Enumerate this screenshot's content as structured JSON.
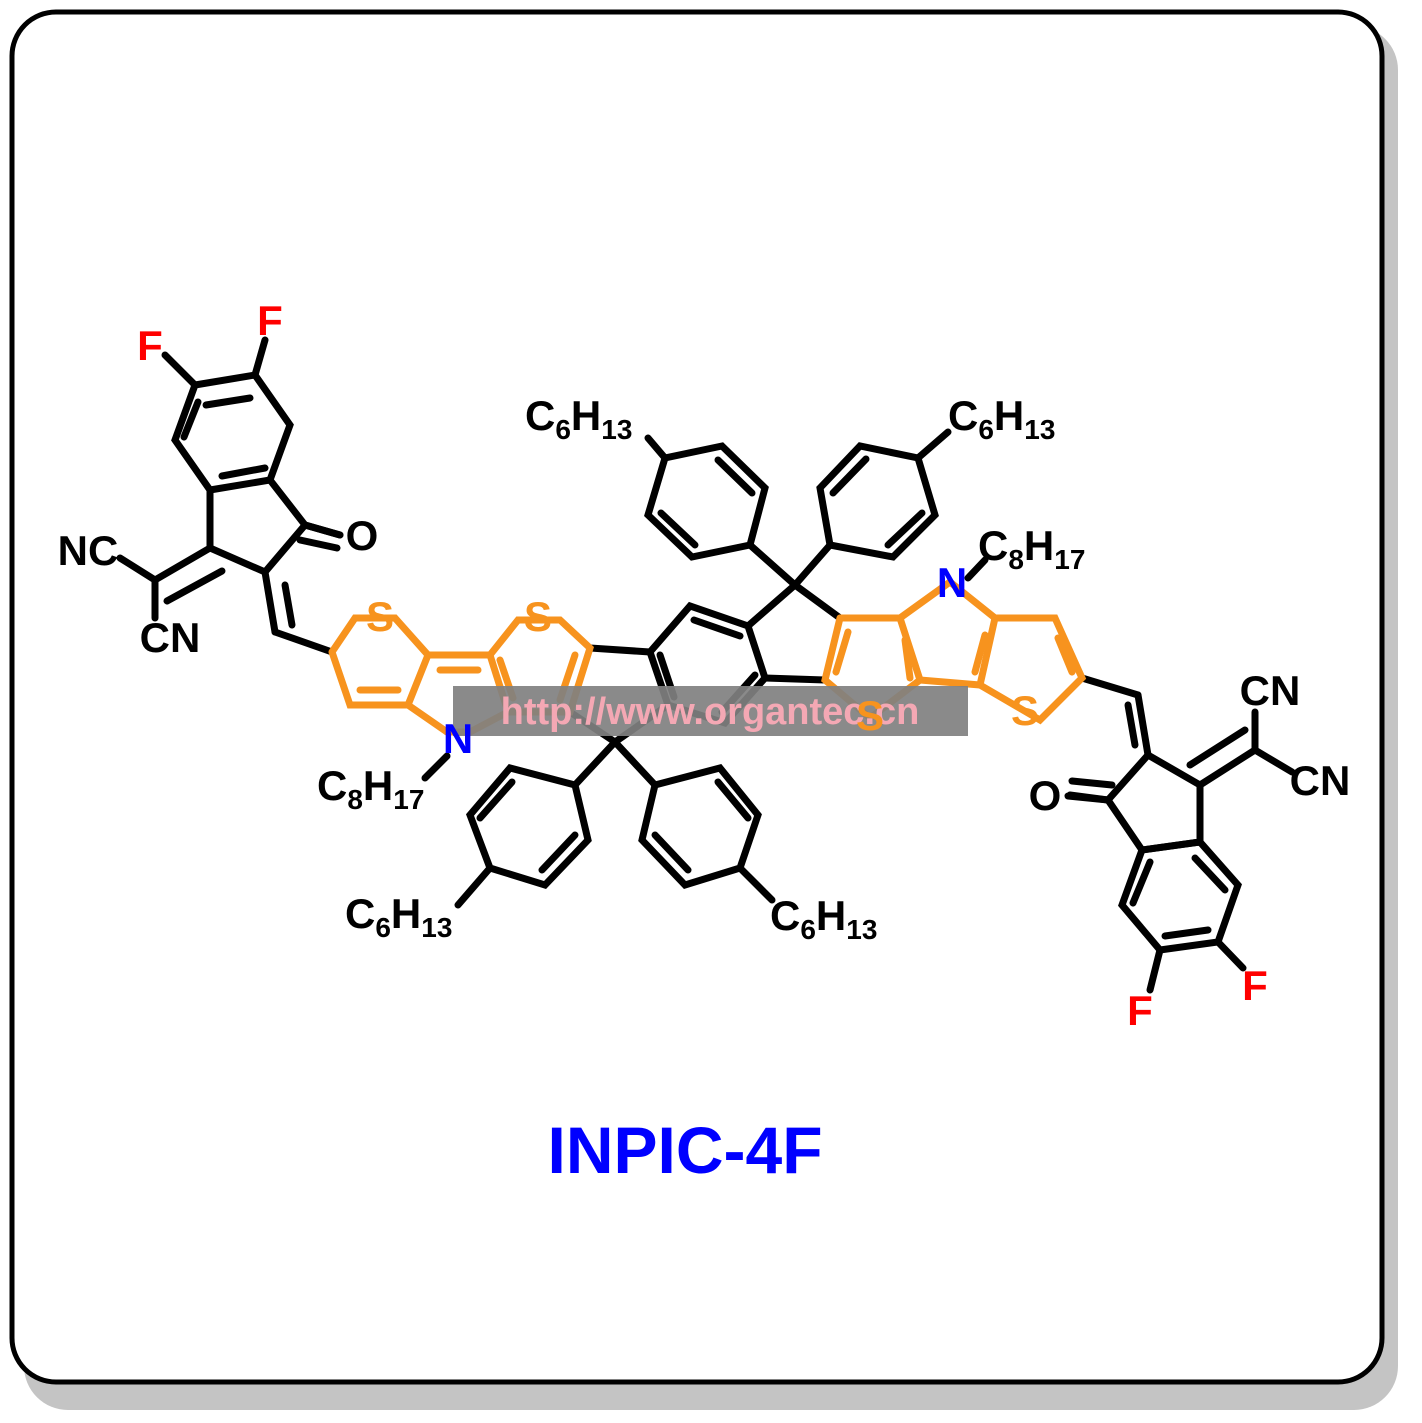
{
  "compound_name": "INPIC-4F",
  "watermark": "http://www.organtec.cn",
  "atoms": {
    "fluorine": "F",
    "sulfur": "S",
    "nitrogen": "N",
    "oxygen": "O",
    "nitrile_left": "NC",
    "nitrile_right": "CN"
  },
  "substituents": {
    "hexyl": {
      "c": "C",
      "c_count": "6",
      "h": "H",
      "h_count": "13"
    },
    "octyl": {
      "c": "C",
      "c_count": "8",
      "h": "H",
      "h_count": "17"
    }
  },
  "colors": {
    "bond": "#000000",
    "thiophene_core": "#F7931E",
    "fluorine": "#FF0000",
    "nitrogen": "#0000FF",
    "title": "#0000FF",
    "watermark_bg": "#808080",
    "watermark_text": "#F4A8B4"
  }
}
